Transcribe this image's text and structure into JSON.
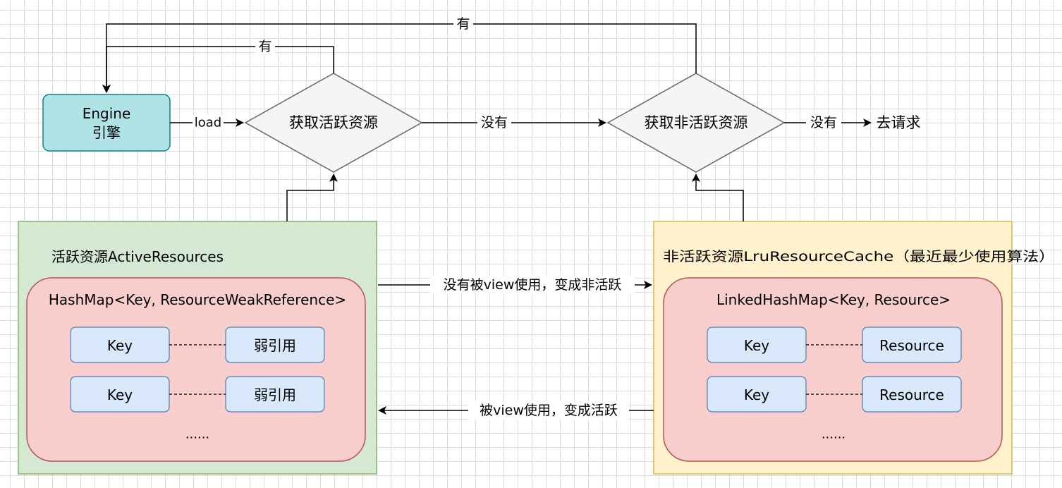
{
  "engine": {
    "line1": "Engine",
    "line2": "引擎"
  },
  "decisions": {
    "active": "获取活跃资源",
    "inactive": "获取非活跃资源"
  },
  "terminal": "去请求",
  "edges": {
    "load": "load",
    "active_has": "有",
    "inactive_has": "有",
    "active_none": "没有",
    "inactive_none": "没有",
    "to_inactive": "没有被view使用，变成非活跃",
    "to_active": "被view使用，变成活跃"
  },
  "active_resources": {
    "title": "活跃资源ActiveResources",
    "map_label": "HashMap<Key, ResourceWeakReference>",
    "rows": [
      {
        "key": "Key",
        "value": "弱引用"
      },
      {
        "key": "Key",
        "value": "弱引用"
      }
    ],
    "ellipsis": "......"
  },
  "inactive_resources": {
    "title": "非活跃资源LruResourceCache（最近最少使用算法）",
    "map_label": "LinkedHashMap<Key, Resource>",
    "rows": [
      {
        "key": "Key",
        "value": "Resource"
      },
      {
        "key": "Key",
        "value": "Resource"
      }
    ],
    "ellipsis": "......"
  },
  "colors": {
    "engine_fill": "#b0e3e6",
    "engine_stroke": "#0e8088",
    "decision_fill": "#f5f5f5",
    "decision_stroke": "#666666",
    "active_container_fill": "#d5e8d4",
    "active_container_stroke": "#82b366",
    "inactive_container_fill": "#fff2cc",
    "inactive_container_stroke": "#d6b656",
    "map_fill": "#f8cecc",
    "map_stroke": "#b85450",
    "cell_fill": "#dae8fc",
    "cell_stroke": "#6c8ebf"
  }
}
